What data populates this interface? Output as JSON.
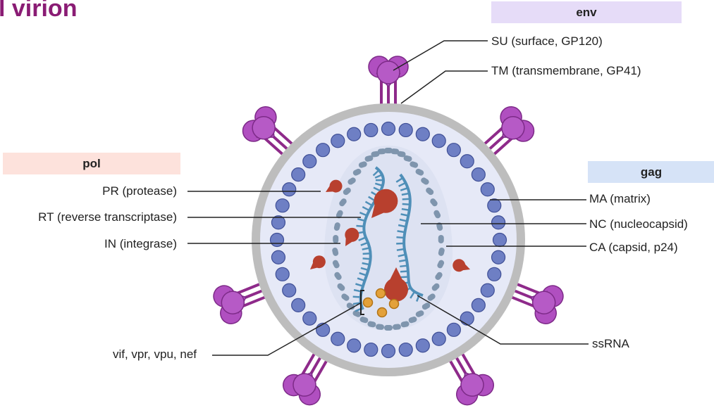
{
  "title": "l virion",
  "groups": {
    "env": {
      "label": "env",
      "color": "#e6dcf8"
    },
    "pol": {
      "label": "pol",
      "color": "#fde2dc"
    },
    "gag": {
      "label": "gag",
      "color": "#d6e3f7"
    }
  },
  "labels": {
    "su": "SU (surface, GP120)",
    "tm": "TM (transmembrane, GP41)",
    "pr": "PR (protease)",
    "rt": "RT (reverse transcriptase)",
    "in": "IN (integrase)",
    "accessory": "vif, vpr, vpu, nef",
    "ma": "MA (matrix)",
    "nc": "NC (nucleocapsid)",
    "ca": "CA (capsid, p24)",
    "ssrna": "ssRNA"
  },
  "colors": {
    "envelope": "#bdbdbd",
    "interior": "#eef0fa",
    "matrix": "#6e7fc4",
    "capsid": "#7f95ad",
    "rna": "#4f8fb8",
    "enzyme": "#b8402e",
    "glycoprotein": "#b04fc0",
    "glyco_stem": "#8e2a8a",
    "accessory": "#e3a13a",
    "line": "#222222"
  }
}
